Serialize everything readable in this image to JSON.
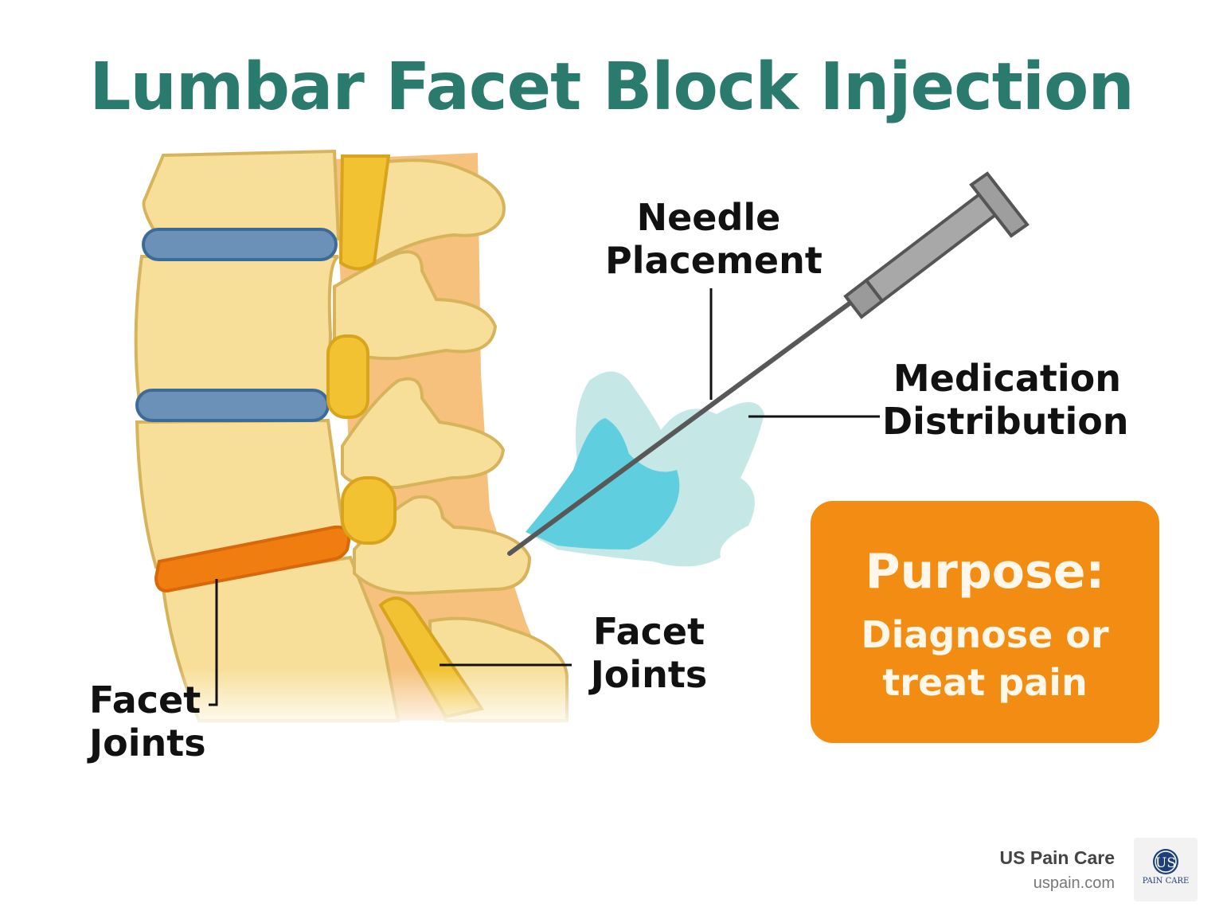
{
  "title": "Lumbar Facet Block Injection",
  "labels": {
    "needle_placement": [
      "Needle",
      "Placement"
    ],
    "medication_distribution": [
      "Medication",
      "Distribution"
    ],
    "facet_joints_center": [
      "Facet",
      "Joints"
    ],
    "facet_joints_left": [
      "Facet",
      "Joints"
    ]
  },
  "purpose": {
    "heading": "Purpose:",
    "text_line1": "Diagnose or",
    "text_line2": "treat pain"
  },
  "brand": {
    "name": "US Pain Care",
    "url": "uspain.com",
    "logo_text": "US",
    "logo_subtext": "PAIN CARE"
  },
  "colors": {
    "title": "#2b7a6e",
    "bone": "#f7df9a",
    "bone_outline": "#d7b45c",
    "disc_healthy": "#6c91b8",
    "disc_affected": "#f07d10",
    "facet_joint": "#f3c233",
    "medication": "#5fcfe0",
    "purpose_box": "#f28c12"
  },
  "icons": [
    "needle-icon",
    "us-pain-care-logo"
  ]
}
